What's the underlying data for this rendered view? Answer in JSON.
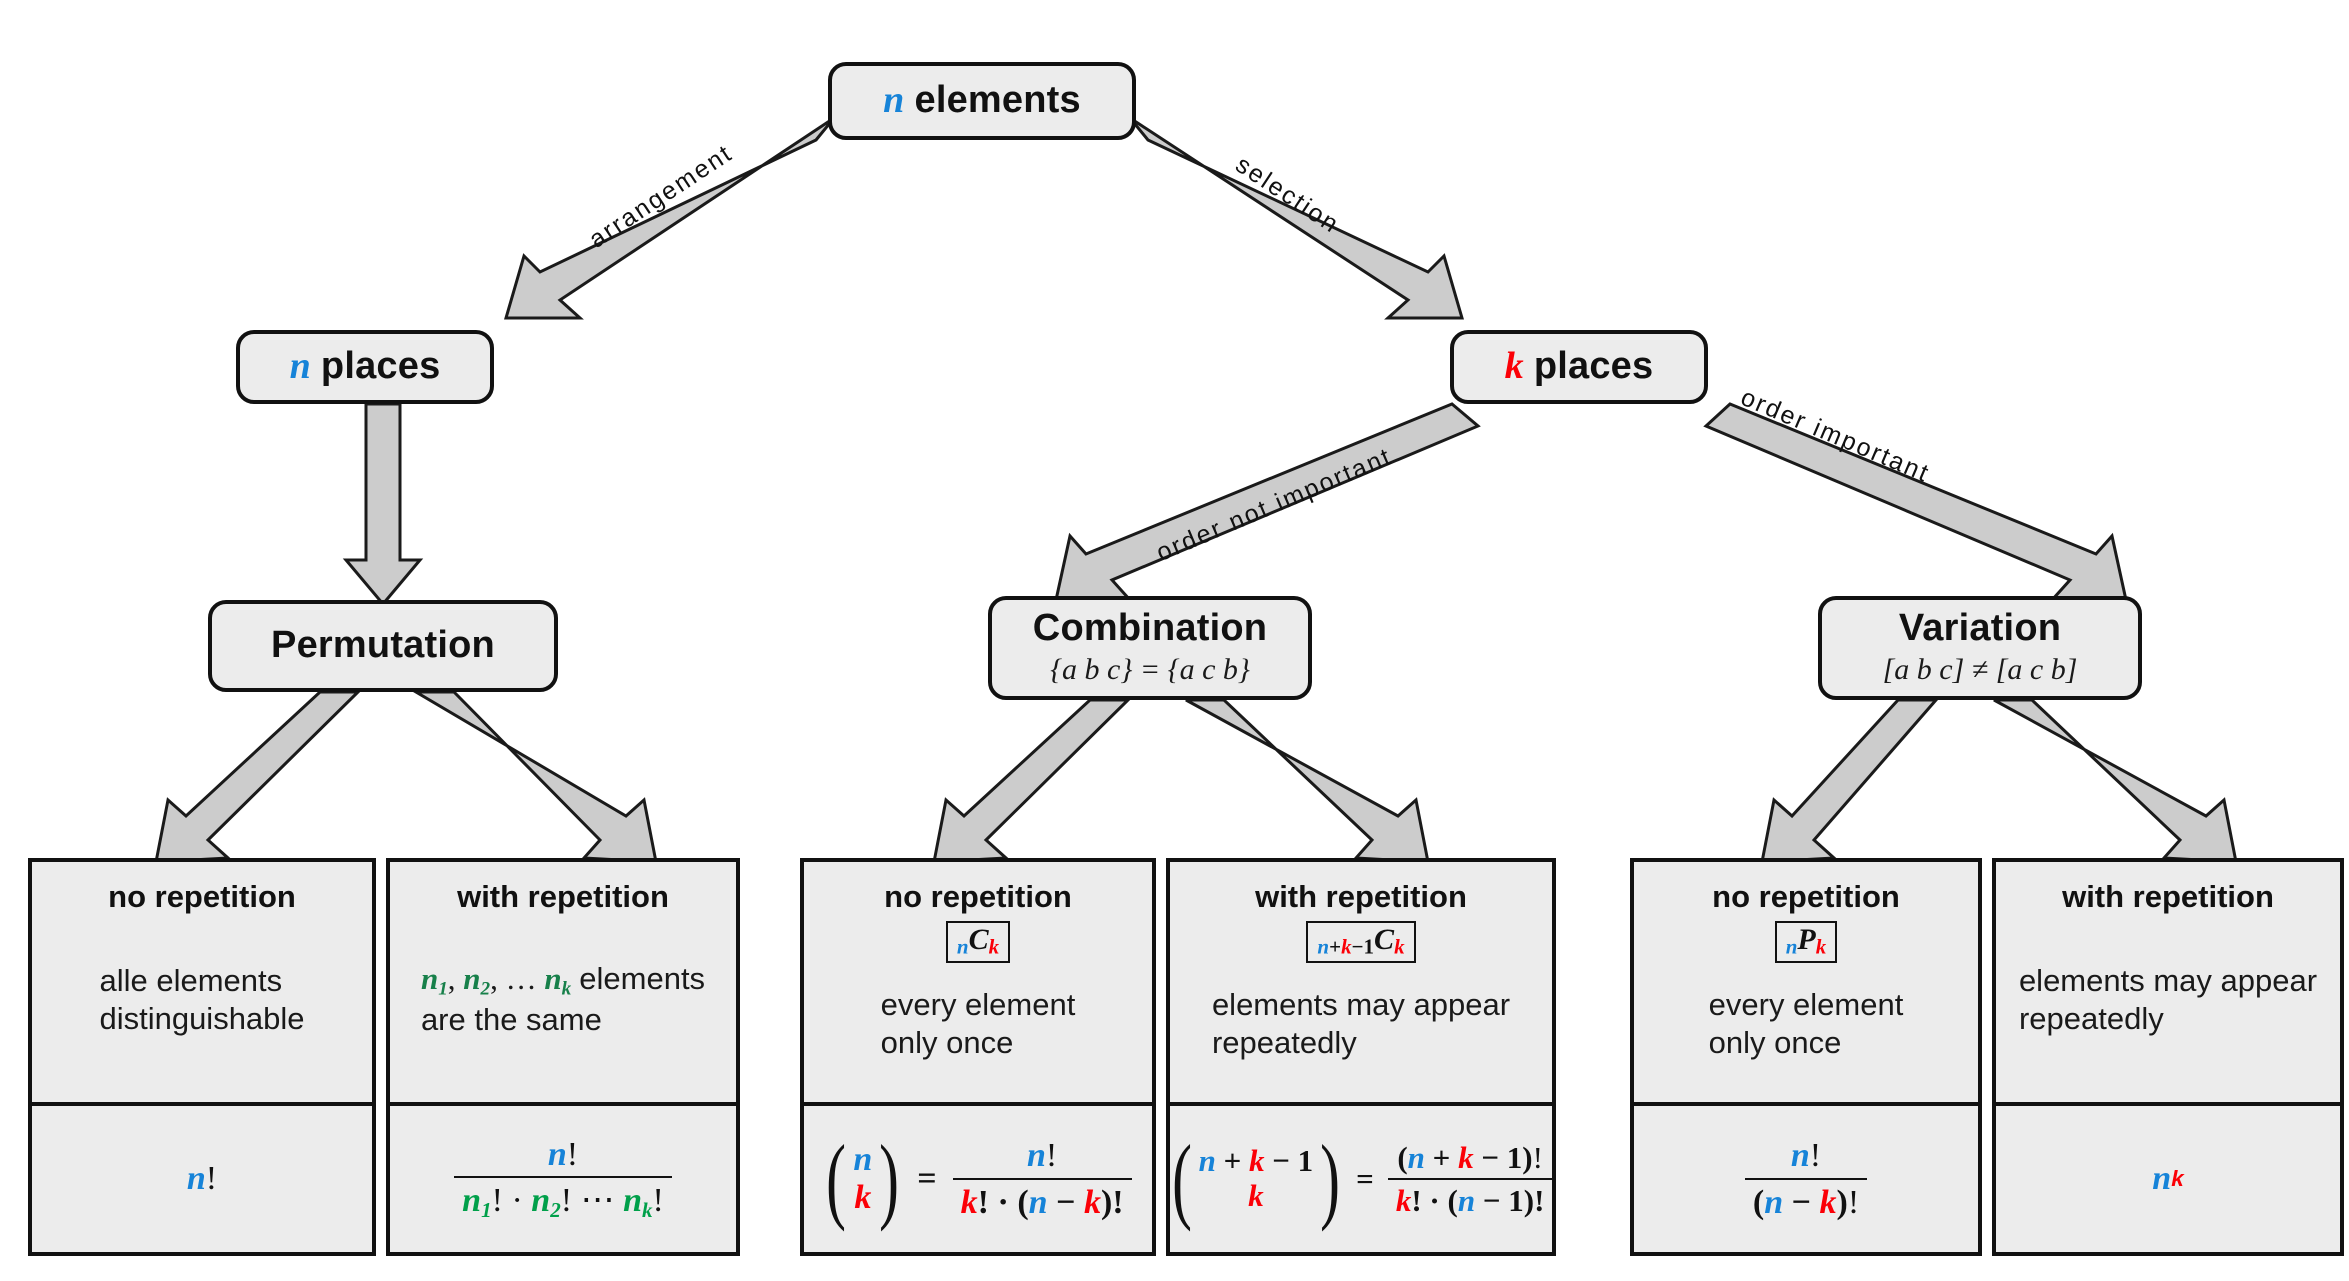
{
  "diagram": {
    "title": "Combinatorics decision tree",
    "colors": {
      "n_color": "#1683d8",
      "k_color": "#fb0007",
      "green": "#00a04a",
      "node_fill": "#ECECEC",
      "stroke": "#111111",
      "arrow_fill": "#CCCCCC"
    }
  },
  "nodes": {
    "root": {
      "var": "n",
      "label": "elements"
    },
    "n_places": {
      "var": "n",
      "label": "places"
    },
    "k_places": {
      "var": "k",
      "label": "places"
    },
    "permutation": {
      "title": "Permutation",
      "sub": ""
    },
    "combination": {
      "title": "Combination",
      "sub": "{a b c} = {a c b}"
    },
    "variation": {
      "title": "Variation",
      "sub": "[a b c] ≠ [a c b]"
    }
  },
  "edges": {
    "arrangement": "arrangement",
    "selection": "selection",
    "order_not_important": "order not important",
    "order_important": "order important"
  },
  "leaves": [
    {
      "id": "permutation-no-repetition",
      "heading": "no repetition",
      "notation": "",
      "desc": [
        "alle elements",
        "distinguishable"
      ],
      "formula": "n!"
    },
    {
      "id": "permutation-with-repetition",
      "heading": "with repetition",
      "notation": "",
      "desc": [
        "n₁, n₂, … nₖ elements",
        "are the same"
      ],
      "formula": "n! / (n₁! · n₂! ⋯ nₖ!)"
    },
    {
      "id": "combination-no-repetition",
      "heading": "no repetition",
      "notation": "nCk",
      "desc": [
        "every element",
        "only once"
      ],
      "formula": "(n over k) = n! / (k! · (n − k)!)"
    },
    {
      "id": "combination-with-repetition",
      "heading": "with repetition",
      "notation": "n+k−1Ck",
      "desc": [
        "elements may appear",
        "repeatedly"
      ],
      "formula": "(n + k − 1 over k) = (n + k − 1)! / (k! · (n − 1)!)"
    },
    {
      "id": "variation-no-repetition",
      "heading": "no repetition",
      "notation": "nPk",
      "desc": [
        "every element",
        "only once"
      ],
      "formula": "n! / (n − k)!"
    },
    {
      "id": "variation-with-repetition",
      "heading": "with repetition",
      "notation": "",
      "desc": [
        "elements may appear",
        "repeatedly"
      ],
      "formula": "n^k"
    }
  ],
  "symbols": {
    "n": "n",
    "k": "k",
    "bang": "!",
    "dot": "·",
    "minus": "−",
    "plus": "+",
    "equals": "=",
    "ellipsis": "⋯",
    "C": "C",
    "P": "P",
    "one": "1",
    "n1": "n",
    "n2": "n",
    "nk": "n",
    "sub1": "1",
    "sub2": "2",
    "subk": "k"
  }
}
